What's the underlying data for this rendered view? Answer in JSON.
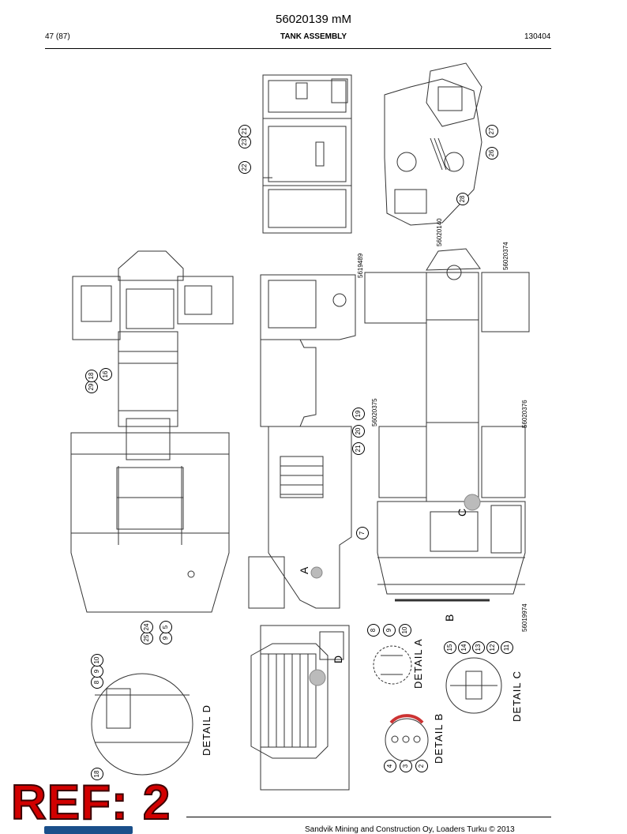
{
  "header": {
    "doc_number": "56020139 mM",
    "page": "47 (87)",
    "title": "TANK ASSEMBLY",
    "code": "130404"
  },
  "part_numbers": [
    "5619489",
    "56020140",
    "56020374",
    "56020375",
    "56020376",
    "56019974"
  ],
  "callouts": {
    "top_view": [
      "23",
      "21",
      "22",
      "27",
      "26",
      "28"
    ],
    "left_view": [
      "29",
      "18",
      "16",
      "25",
      "24",
      "9",
      "5"
    ],
    "center_view": [
      "19",
      "20",
      "21",
      "7"
    ],
    "detail_a": [
      "8",
      "9",
      "10"
    ],
    "detail_b": [
      "4",
      "3",
      "2"
    ],
    "detail_c": [
      "15",
      "14",
      "13",
      "12",
      "11"
    ],
    "detail_d": [
      "8",
      "9",
      "10",
      "18"
    ]
  },
  "detail_markers": [
    "A",
    "B",
    "C",
    "D"
  ],
  "detail_labels": {
    "a": "DETAIL A",
    "b": "DETAIL B",
    "c": "DETAIL C",
    "d": "DETAIL D"
  },
  "stamp": "REF: 2",
  "footer": {
    "copyright": "Sandvik Mining and Construction Oy, Loaders Turku © 2013"
  }
}
